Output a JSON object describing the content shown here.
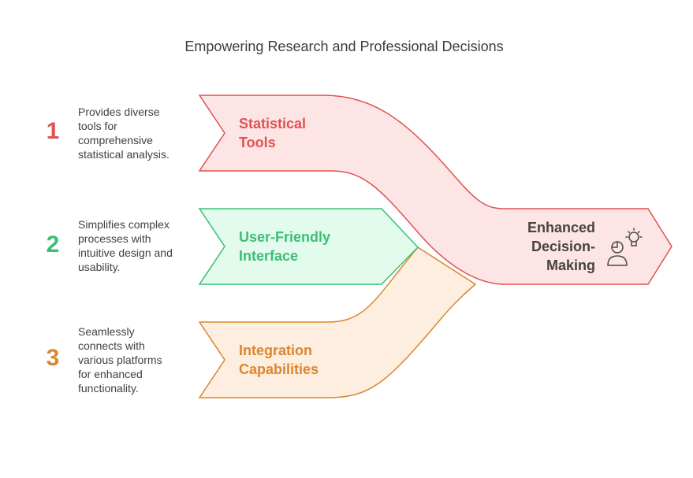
{
  "title": "Empowering Research and Professional Decisions",
  "items": [
    {
      "number": "1",
      "label": "Statistical\nTools",
      "description": "Provides diverse\ntools for\ncomprehensive\nstatistical analysis.",
      "color": "#e05252",
      "fill": "#fde5e5"
    },
    {
      "number": "2",
      "label": "User-Friendly\nInterface",
      "description": "Simplifies complex\nprocesses with\nintuitive design and\nusability.",
      "color": "#3bbf76",
      "fill": "#e2fbec"
    },
    {
      "number": "3",
      "label": "Integration\nCapabilities",
      "description": "Seamlessly\nconnects with\nvarious platforms\nfor enhanced\nfunctionality.",
      "color": "#db8631",
      "fill": "#fdeedf"
    }
  ],
  "target": {
    "label": "Enhanced\nDecision-\nMaking",
    "icon": "person-lightbulb-icon"
  }
}
